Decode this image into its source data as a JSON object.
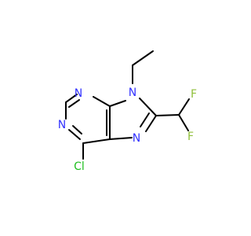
{
  "molecule": {
    "atoms": {
      "n_ring_top": "N",
      "n_ring_left": "N",
      "n9": "N",
      "n7": "N",
      "f_upper": "F",
      "f_lower": "F",
      "cl": "Cl"
    },
    "colors": {
      "bond": "#000000",
      "nitrogen": "#3333ff",
      "fluorine": "#8fbf3a",
      "chlorine": "#1fbf1f",
      "background": "#ffffff"
    }
  }
}
